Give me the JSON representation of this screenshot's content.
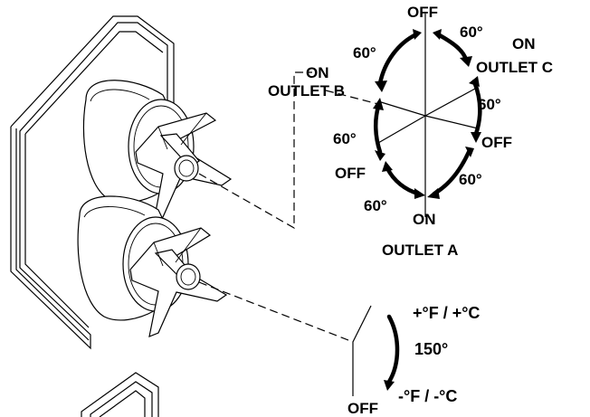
{
  "diagram": {
    "diverter_labels": {
      "off_top": "OFF",
      "angle_top_right": "60°",
      "on_outlet_c_line1": "ON",
      "on_outlet_c_line2": "OUTLET C",
      "angle_right": "60°",
      "off_right": "OFF",
      "angle_bottom_right": "60°",
      "on_outlet_a_line1": "ON",
      "on_outlet_a_line2": "OUTLET A",
      "angle_bottom_left": "60°",
      "off_left": "OFF",
      "angle_left": "60°",
      "on_outlet_b_line1": "ON",
      "on_outlet_b_line2": "OUTLET B",
      "angle_top_left": "60°"
    },
    "temperature_labels": {
      "hot": "+°F / +°C",
      "rotation": "150°",
      "cold": "-°F / -°C",
      "off": "OFF"
    }
  }
}
